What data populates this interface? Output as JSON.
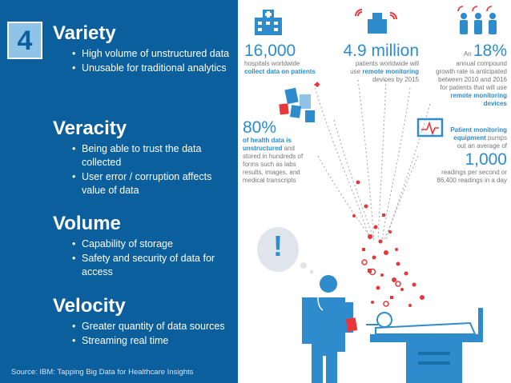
{
  "badge": "4",
  "sections": [
    {
      "title": "Variety",
      "bullets": [
        "High volume of unstructured data",
        "Unusable for traditional analytics"
      ]
    },
    {
      "title": "Veracity",
      "bullets": [
        "Being able to trust the data collected",
        "User error / corruption affects value of data"
      ]
    },
    {
      "title": "Volume",
      "bullets": [
        "Capability of storage",
        "Safety and security of data for access"
      ]
    },
    {
      "title": "Velocity",
      "bullets": [
        "Greater quantity of data sources",
        "Streaming real time"
      ]
    }
  ],
  "source": "Source: IBM: Tapping Big Data for Healthcare Insights",
  "infographic": {
    "stat1": {
      "big": "16,000",
      "line1": "hospitals worldwide",
      "emph": "collect data on patients"
    },
    "stat2": {
      "big": "4.9 million",
      "line1": "patients worldwide will",
      "line2a": "use",
      "emph": "remote monitoring",
      "line3": "devices by 2015"
    },
    "stat3": {
      "an": "An",
      "big": "18%",
      "line1": "annual compound",
      "line2": "growth rate is anticipated",
      "line3": "between 2010 and 2016",
      "line4": "for patients that will use",
      "emph1": "remote monitoring",
      "emph2": "devices"
    },
    "stat4": {
      "big": "80%",
      "emph1": "of health data is",
      "emph2": "unstructured",
      "line1": "and",
      "line2": "stored in hundreds of",
      "line3": "forms such as labs",
      "line4": "results, images, and",
      "line5": "medical transcripts"
    },
    "stat5": {
      "emph1": "Patient monitoring",
      "emph2": "equipment",
      "line1": "pumps",
      "line2": "out an average of",
      "big": "1,000",
      "line3": "readings per second or",
      "line4": "86,400 readings in a day"
    },
    "alert": "!"
  },
  "colors": {
    "panel": "#0b5f9c",
    "badge": "#8fc3e8",
    "accent": "#2e8ccc",
    "alert": "#e8373a"
  }
}
